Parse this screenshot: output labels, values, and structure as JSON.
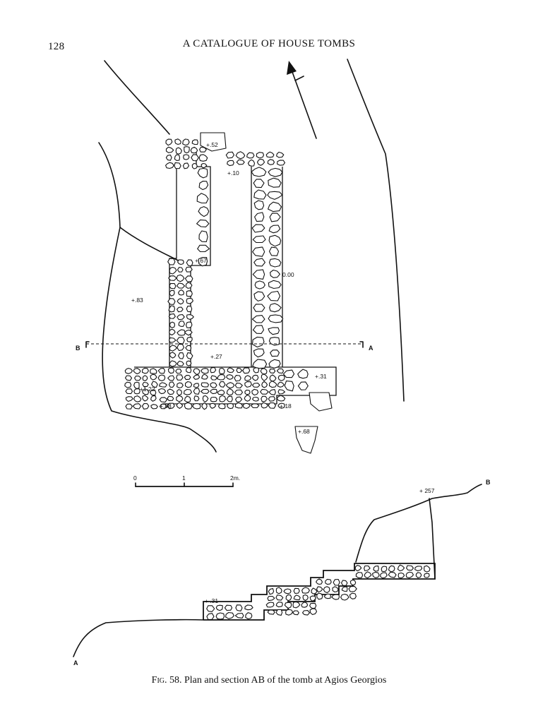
{
  "header": {
    "page_number": "128",
    "running_title": "A CATALOGUE OF HOUSE TOMBS"
  },
  "plan": {
    "elevations": [
      {
        "id": "p52",
        "text": "+.52"
      },
      {
        "id": "p10",
        "text": "+.10"
      },
      {
        "id": "p67",
        "text": "+.67"
      },
      {
        "id": "p000",
        "text": "0.00"
      },
      {
        "id": "p83",
        "text": "+.83"
      },
      {
        "id": "p27",
        "text": "+.27"
      },
      {
        "id": "p31",
        "text": "+.31"
      },
      {
        "id": "p122",
        "text": "+1.22"
      },
      {
        "id": "p88",
        "text": "+.88"
      },
      {
        "id": "p18",
        "text": "+.18"
      },
      {
        "id": "p68",
        "text": "+.68"
      }
    ],
    "section_labels": {
      "left": "B",
      "right": "A"
    }
  },
  "scale": {
    "ticks": [
      "0",
      "1",
      "2m."
    ]
  },
  "section": {
    "labels": {
      "end_high": "B",
      "end_low": "A"
    },
    "elevations": [
      {
        "id": "s257",
        "text": "+ 257"
      },
      {
        "id": "s31",
        "text": "+ .31"
      }
    ]
  },
  "caption": {
    "fig_label": "Fig. 58.",
    "text": " Plan and section AB of the tomb at Agios Georgios"
  }
}
